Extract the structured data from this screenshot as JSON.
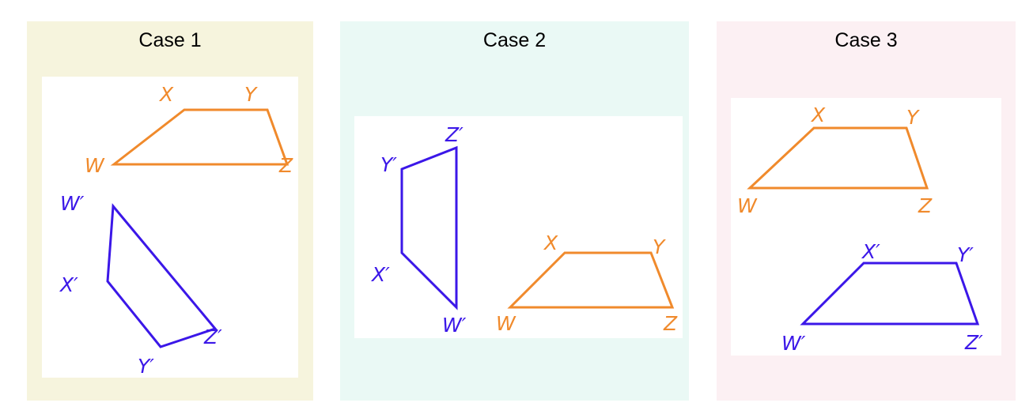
{
  "colors": {
    "original": "#f08a2c",
    "image": "#3b17e8",
    "case1_bg": "#f6f4dd",
    "case2_bg": "#eaf9f5",
    "case3_bg": "#fcf0f3"
  },
  "cases": [
    {
      "title": "Case 1",
      "original": [
        "W",
        "X",
        "Y",
        "Z"
      ],
      "image": [
        "W′",
        "X′",
        "Y′",
        "Z′"
      ]
    },
    {
      "title": "Case 2",
      "original": [
        "W",
        "X",
        "Y",
        "Z"
      ],
      "image": [
        "W′",
        "X′",
        "Y′",
        "Z′"
      ]
    },
    {
      "title": "Case 3",
      "original": [
        "W",
        "X",
        "Y",
        "Z"
      ],
      "image": [
        "W′",
        "X′",
        "Y′",
        "Z′"
      ]
    }
  ]
}
